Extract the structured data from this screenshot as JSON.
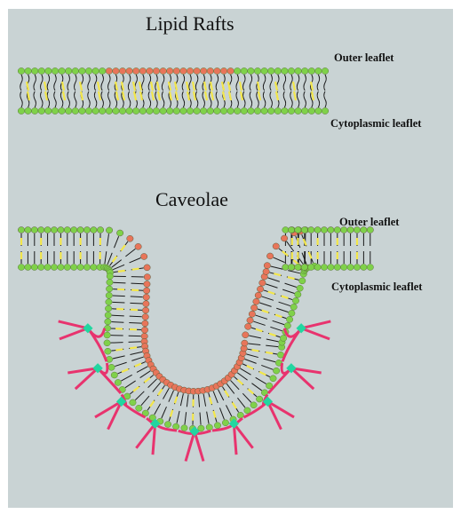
{
  "figure": {
    "lipid_rafts": {
      "title": "Lipid Rafts",
      "outer_label": "Outer leaflet",
      "inner_label": "Cytoplasmic leaflet"
    },
    "caveolae": {
      "title": "Caveolae",
      "outer_label": "Outer leaflet",
      "inner_label": "Cytoplasmic leaflet"
    }
  },
  "colors": {
    "background": "#c9d3d4",
    "phospholipid_head": "#7fd14a",
    "raft_lipid_head": "#e8755a",
    "cholesterol": "#f2e64b",
    "caveolin": "#e8336e",
    "caveolin_anchor": "#22d6a0",
    "lipid_tail": "#1a1a1a"
  }
}
